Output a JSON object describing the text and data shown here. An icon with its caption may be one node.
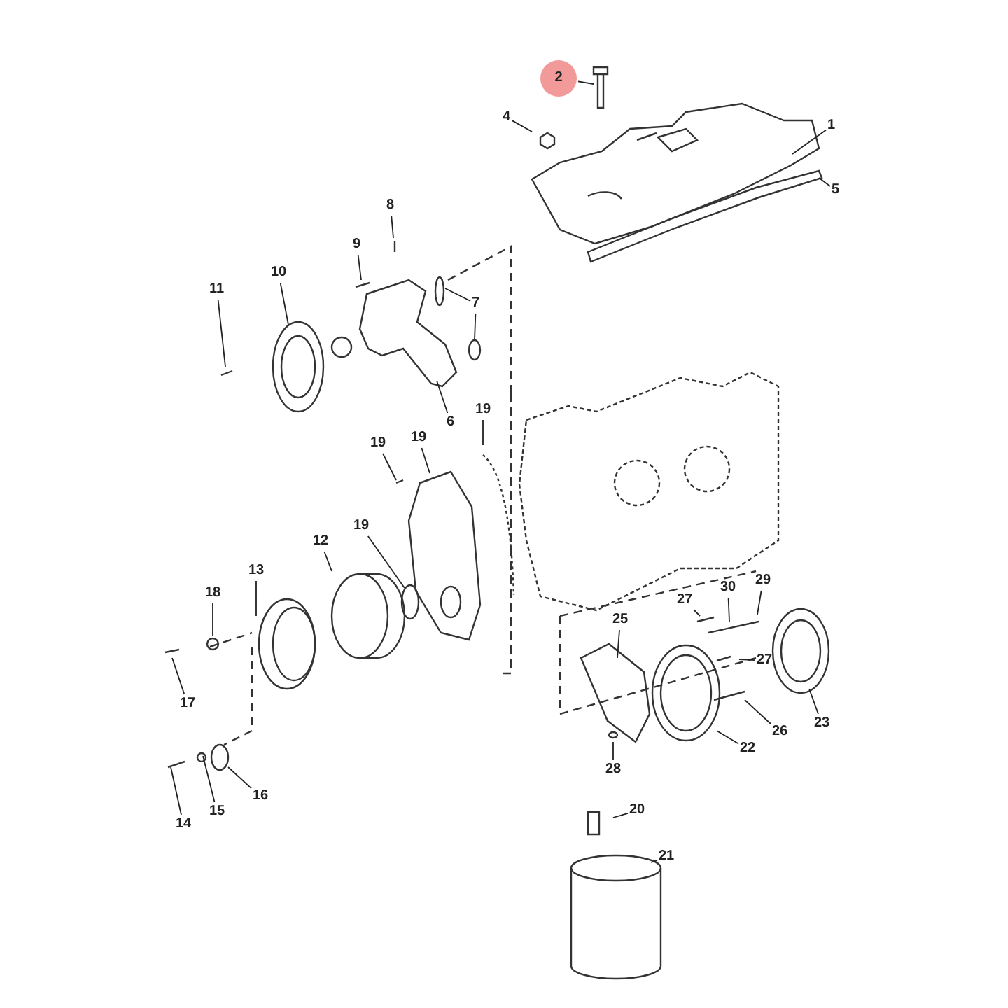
{
  "diagram": {
    "nodes": [
      {
        "text": [
          "2"
        ]
      },
      {
        "text": [
          "1"
        ]
      },
      {
        "text": [
          "4"
        ]
      },
      {
        "text": [
          "5"
        ]
      },
      {
        "text": [
          "8"
        ]
      },
      {
        "text": [
          "9"
        ]
      },
      {
        "text": [
          "10"
        ]
      },
      {
        "text": [
          "11"
        ]
      },
      {
        "text": [
          "7"
        ]
      },
      {
        "text": [
          "6"
        ]
      },
      {
        "text": [
          "19"
        ]
      },
      {
        "text": [
          "19"
        ]
      },
      {
        "text": [
          "19"
        ]
      },
      {
        "text": [
          "19"
        ]
      },
      {
        "text": [
          "12"
        ]
      },
      {
        "text": [
          "13"
        ]
      },
      {
        "text": [
          "18"
        ]
      },
      {
        "text": [
          "17"
        ]
      },
      {
        "text": [
          "14"
        ]
      },
      {
        "text": [
          "15"
        ]
      },
      {
        "text": [
          "16"
        ]
      },
      {
        "text": [
          "25"
        ]
      },
      {
        "text": [
          "27"
        ]
      },
      {
        "text": [
          "30"
        ]
      },
      {
        "text": [
          "29"
        ]
      },
      {
        "text": [
          "27"
        ]
      },
      {
        "text": [
          "26"
        ]
      },
      {
        "text": [
          "23"
        ]
      },
      {
        "text": [
          "22"
        ]
      },
      {
        "text": [
          "28"
        ]
      },
      {
        "text": [
          "20"
        ]
      },
      {
        "text": [
          "21"
        ]
      }
    ],
    "edges": [
      {
        "from": 0,
        "to": null,
        "arrow": "none"
      },
      {
        "from": 1,
        "to": null,
        "arrow": "none"
      },
      {
        "from": 2,
        "to": null,
        "arrow": "none"
      },
      {
        "from": 3,
        "to": null,
        "arrow": "none"
      },
      {
        "from": 4,
        "to": null,
        "arrow": "none"
      },
      {
        "from": 5,
        "to": null,
        "arrow": "none"
      },
      {
        "from": 6,
        "to": null,
        "arrow": "none"
      },
      {
        "from": 7,
        "to": null,
        "arrow": "none"
      },
      {
        "from": 8,
        "to": null,
        "arrow": "none"
      },
      {
        "from": 8,
        "to": null,
        "arrow": "none"
      },
      {
        "from": 9,
        "to": null,
        "arrow": "none"
      },
      {
        "from": 10,
        "to": null,
        "arrow": "none"
      },
      {
        "from": 11,
        "to": null,
        "arrow": "none"
      },
      {
        "from": 12,
        "to": null,
        "arrow": "none"
      },
      {
        "from": 13,
        "to": null,
        "arrow": "none"
      },
      {
        "from": 14,
        "to": null,
        "arrow": "none"
      },
      {
        "from": 15,
        "to": null,
        "arrow": "none"
      },
      {
        "from": 16,
        "to": null,
        "arrow": "none"
      },
      {
        "from": 17,
        "to": null,
        "arrow": "none"
      },
      {
        "from": 18,
        "to": null,
        "arrow": "none"
      },
      {
        "from": 19,
        "to": null,
        "arrow": "none"
      },
      {
        "from": 20,
        "to": null,
        "arrow": "none"
      },
      {
        "from": 21,
        "to": null,
        "arrow": "none"
      },
      {
        "from": 22,
        "to": null,
        "arrow": "none"
      },
      {
        "from": 23,
        "to": null,
        "arrow": "none"
      },
      {
        "from": 24,
        "to": null,
        "arrow": "none"
      },
      {
        "from": 25,
        "to": null,
        "arrow": "none"
      },
      {
        "from": 26,
        "to": null,
        "arrow": "none"
      },
      {
        "from": 27,
        "to": null,
        "arrow": "none"
      },
      {
        "from": 28,
        "to": null,
        "arrow": "none"
      },
      {
        "from": 29,
        "to": null,
        "arrow": "none"
      },
      {
        "from": 30,
        "to": null,
        "arrow": "none"
      },
      {
        "from": 31,
        "to": null,
        "arrow": "none"
      }
    ]
  }
}
